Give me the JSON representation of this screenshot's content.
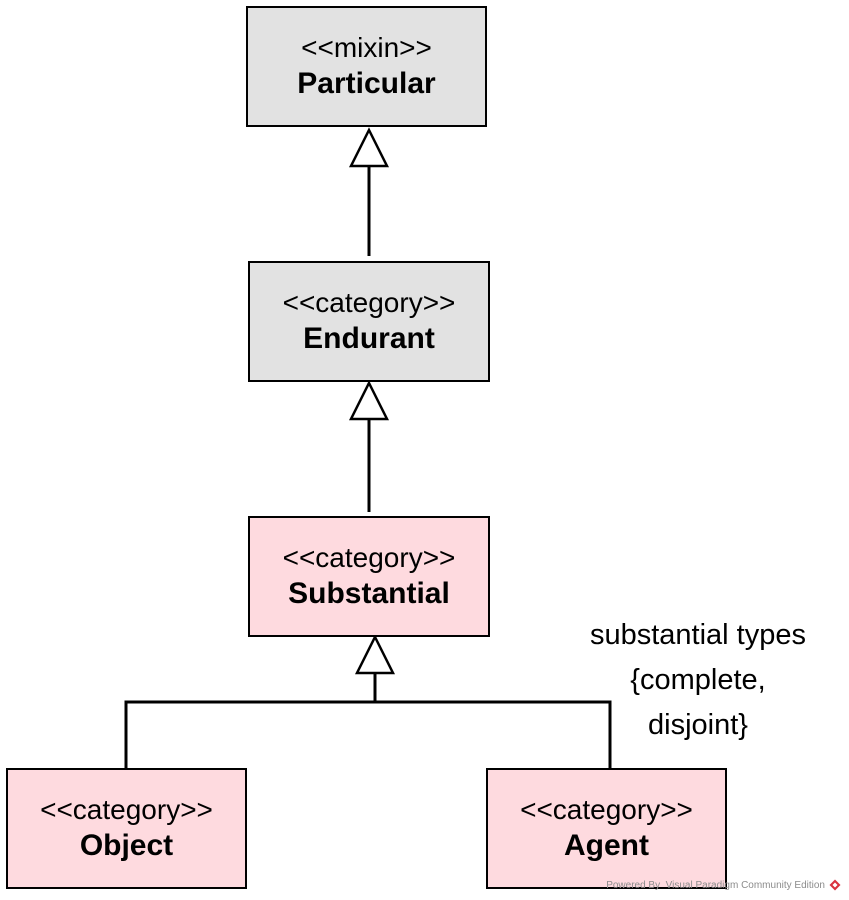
{
  "classes": {
    "particular": {
      "stereotype": "<<mixin>>",
      "name": "Particular"
    },
    "endurant": {
      "stereotype": "<<category>>",
      "name": "Endurant"
    },
    "substantial": {
      "stereotype": "<<category>>",
      "name": "Substantial"
    },
    "object": {
      "stereotype": "<<category>>",
      "name": "Object"
    },
    "agent": {
      "stereotype": "<<category>>",
      "name": "Agent"
    }
  },
  "generalization_set": {
    "name": "substantial types",
    "constraint_open": "{complete,",
    "constraint_close": "disjoint}"
  },
  "watermark": {
    "text": "Powered By  Visual Paradigm Community Edition",
    "logo_icon": "visual-paradigm-logo-icon"
  },
  "colors": {
    "grey_fill": "#e2e2e2",
    "pink_fill": "#fedadf",
    "stroke": "#000000"
  }
}
